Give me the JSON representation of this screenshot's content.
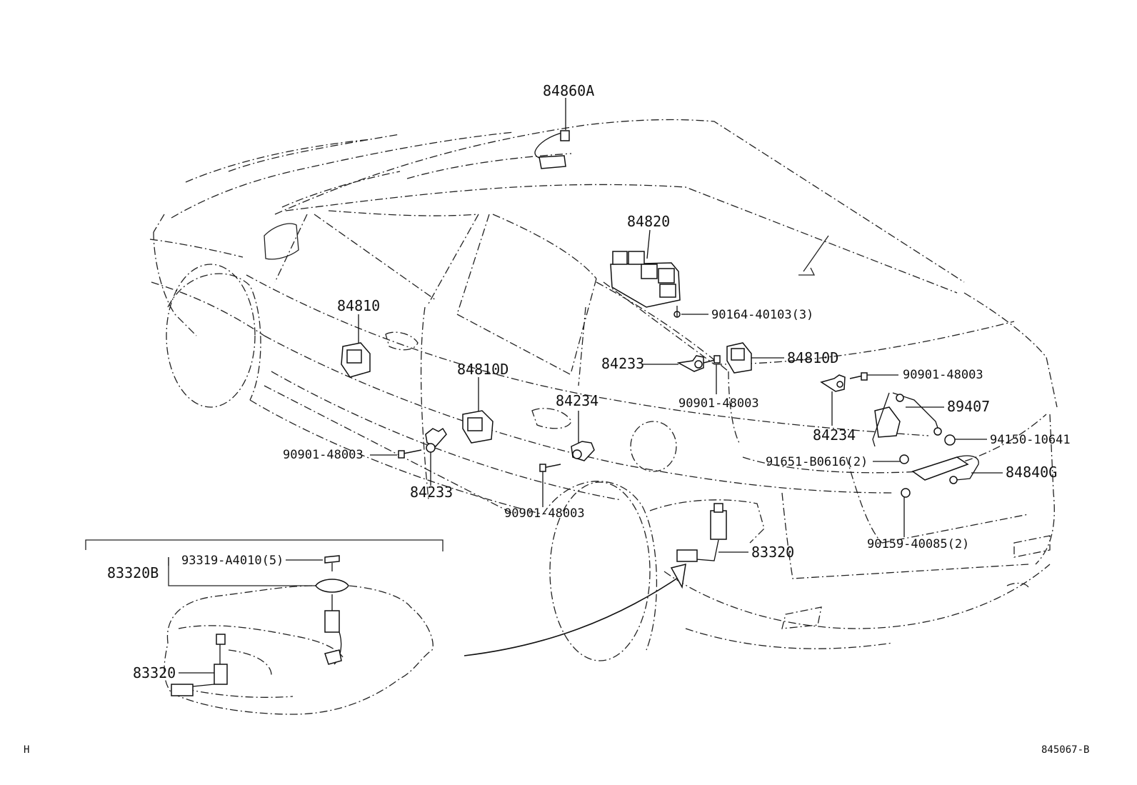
{
  "labels": {
    "p84860A": "84860A",
    "p84820": "84820",
    "p90164": "90164-40103(3)",
    "p84810": "84810",
    "p84233_mid": "84233",
    "p84810D_right": "84810D",
    "p84810D_left": "84810D",
    "p84234_mid": "84234",
    "p90901_mid": "90901-48003",
    "p90901_right": "90901-48003",
    "p89407": "89407",
    "p84234_right": "84234",
    "p94150": "94150-10641",
    "p90901_left": "90901-48003",
    "p91651": "91651-B0616(2)",
    "p84840G": "84840G",
    "p84233_low": "84233",
    "p90901_low": "90901-48003",
    "p90159": "90159-40085(2)",
    "p93319": "93319-A4010(5)",
    "p83320B": "83320B",
    "p83320_car": "83320",
    "p83320_inset": "83320"
  },
  "corner": {
    "left": "H",
    "right": "845067-B"
  }
}
